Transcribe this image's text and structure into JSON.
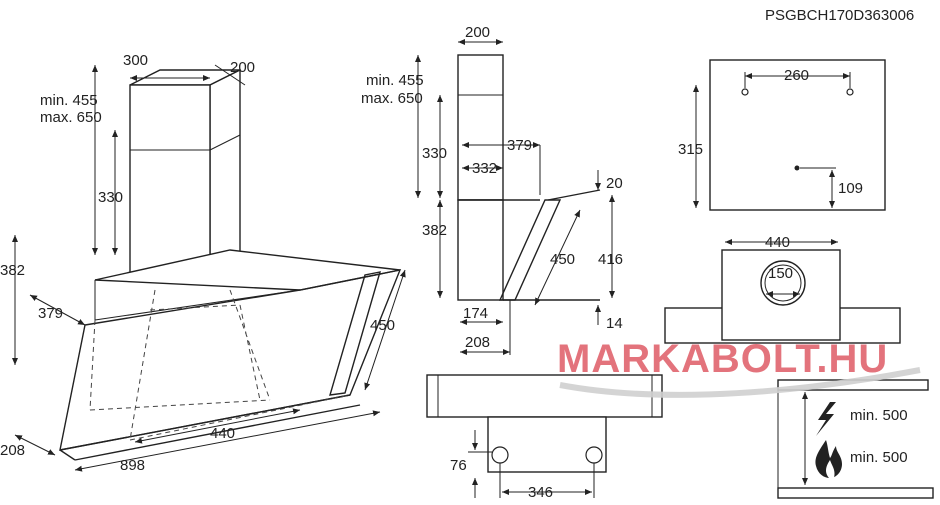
{
  "product_code": "PSGBCH170D363006",
  "watermark": "MARKABOLT.HU",
  "colors": {
    "line": "#222222",
    "watermark": "#e0646e",
    "swoosh": "#d0d0d0"
  },
  "view_3d": {
    "chimney_width": "300",
    "chimney_depth": "200",
    "chimney_height_min": "min. 455",
    "chimney_height_max": "max. 650",
    "chimney_lower": "330",
    "canopy_height": "382",
    "canopy_depth": "379",
    "glass_length": "450",
    "bottom_width": "440",
    "total_width": "898",
    "front_depth": "208"
  },
  "view_side": {
    "chimney_width": "200",
    "chimney_height_min": "min. 455",
    "chimney_height_max": "max. 650",
    "chimney_lower": "330",
    "outer_depth": "379",
    "inner_depth": "332",
    "top_offset": "20",
    "height": "382",
    "glass_length": "450",
    "front_height": "416",
    "base_depth": "174",
    "bottom_offset": "14",
    "total_depth": "208"
  },
  "view_wall": {
    "hole_spacing": "260",
    "height": "315",
    "lower_hole": "109"
  },
  "view_top": {
    "width": "440",
    "outlet_diameter": "150"
  },
  "view_bracket": {
    "height": "76",
    "spacing": "346"
  },
  "view_clearance": {
    "electric_label": "min. 500",
    "gas_label": "min. 500",
    "electric_icon": "lightning-icon",
    "gas_icon": "flame-icon"
  }
}
